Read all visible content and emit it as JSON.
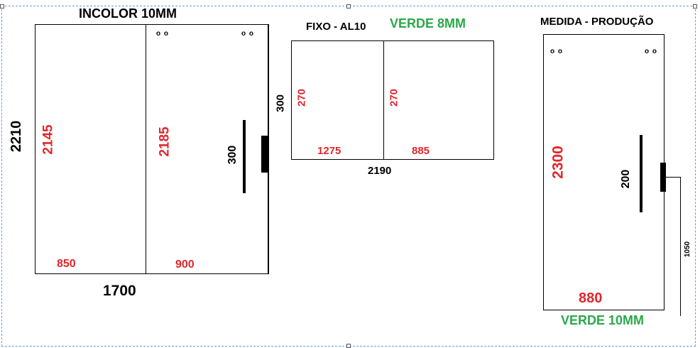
{
  "panel_left": {
    "title": "INCOLOR 10MM",
    "height_total": "2210",
    "width_total": "1700",
    "leaf1_height": "2145",
    "leaf1_width": "850",
    "leaf2_height": "2185",
    "leaf2_width": "900",
    "handle_length": "300",
    "holes": "o o"
  },
  "panel_middle": {
    "title": "FIXO - AL10",
    "glass": "VERDE 8MM",
    "height_total": "300",
    "width_total": "2190",
    "part1_height": "270",
    "part1_width": "1275",
    "part2_height": "270",
    "part2_width": "885"
  },
  "panel_right": {
    "title": "MEDIDA - PRODUÇÃO",
    "glass": "VERDE 10MM",
    "height": "2300",
    "width": "880",
    "handle_length": "200",
    "handle_height": "1050",
    "holes": "o o"
  },
  "colors": {
    "red": "#e0262b",
    "green": "#2aa84a",
    "selection": "#6a9fd4"
  }
}
